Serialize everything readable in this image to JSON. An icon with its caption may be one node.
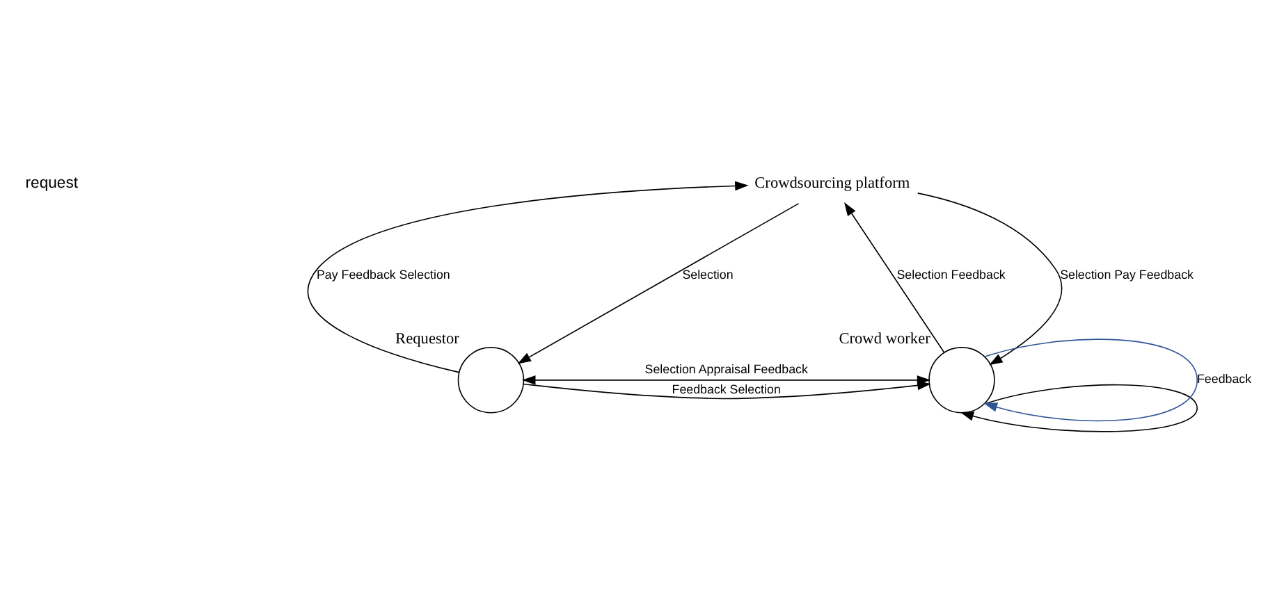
{
  "diagram": {
    "nodes": [
      {
        "text": [
          "Crowdsourcing platform"
        ]
      },
      {
        "text": [],
        "shape": "circle",
        "beside": [
          "Requestor"
        ]
      },
      {
        "text": [],
        "shape": "circle",
        "beside": [
          "Crowd worker"
        ]
      }
    ],
    "edges": [
      {
        "from": 1,
        "to": 0,
        "arrow": "to",
        "label": "Pay Feedback Selection"
      },
      {
        "from": 0,
        "to": 1,
        "arrow": "to",
        "label": "Selection"
      },
      {
        "from": 2,
        "to": 0,
        "arrow": "to",
        "label": "Selection Feedback"
      },
      {
        "from": 0,
        "to": 2,
        "arrow": "to",
        "label": "Selection Pay Feedback"
      },
      {
        "from": 2,
        "to": 1,
        "arrow": "both",
        "label": "Selection Appraisal Feedback"
      },
      {
        "from": 1,
        "to": 2,
        "arrow": "to",
        "label": "Feedback Selection"
      },
      {
        "from": 2,
        "to": 2,
        "arrow": "to"
      },
      {
        "from": 2,
        "to": 2,
        "arrow": "to",
        "label": "Feedback",
        "color": "#2f5597"
      }
    ],
    "labels": [
      "request"
    ]
  }
}
